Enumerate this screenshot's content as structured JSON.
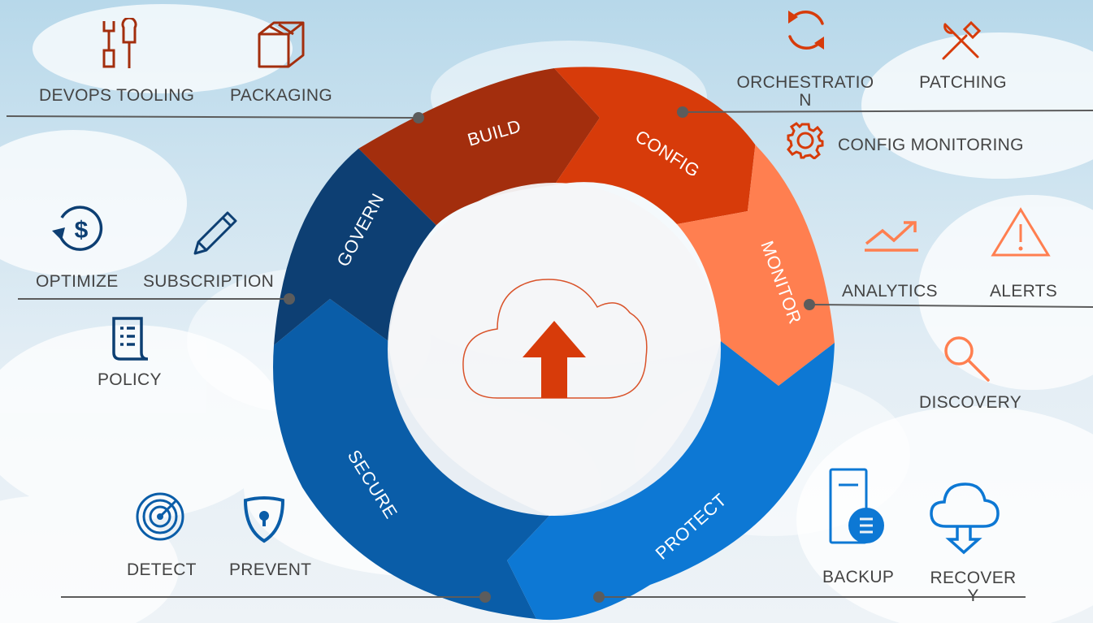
{
  "segments": {
    "build": "BUILD",
    "config": "CONFIG",
    "monitor": "MONITOR",
    "protect": "PROTECT",
    "secure": "SECURE",
    "govern": "GOVERN"
  },
  "build_items": {
    "devops": "DEVOPS TOOLING",
    "packaging": "PACKAGING"
  },
  "config_items": {
    "orchestration": "ORCHESTRATION",
    "patching": "PATCHING",
    "config_monitoring": "CONFIG MONITORING"
  },
  "monitor_items": {
    "analytics": "ANALYTICS",
    "alerts": "ALERTS",
    "discovery": "DISCOVERY"
  },
  "protect_items": {
    "backup": "BACKUP",
    "recovery": "RECOVERY"
  },
  "secure_items": {
    "detect": "DETECT",
    "prevent": "PREVENT"
  },
  "govern_items": {
    "optimize": "OPTIMIZE",
    "subscription": "SUBSCRIPTION",
    "policy": "POLICY"
  },
  "colors": {
    "build": "#a32e0d",
    "config": "#d73b0a",
    "monitor": "#ff7f50",
    "protect": "#0d78d4",
    "secure": "#0a5da8",
    "govern": "#0d3f73"
  }
}
